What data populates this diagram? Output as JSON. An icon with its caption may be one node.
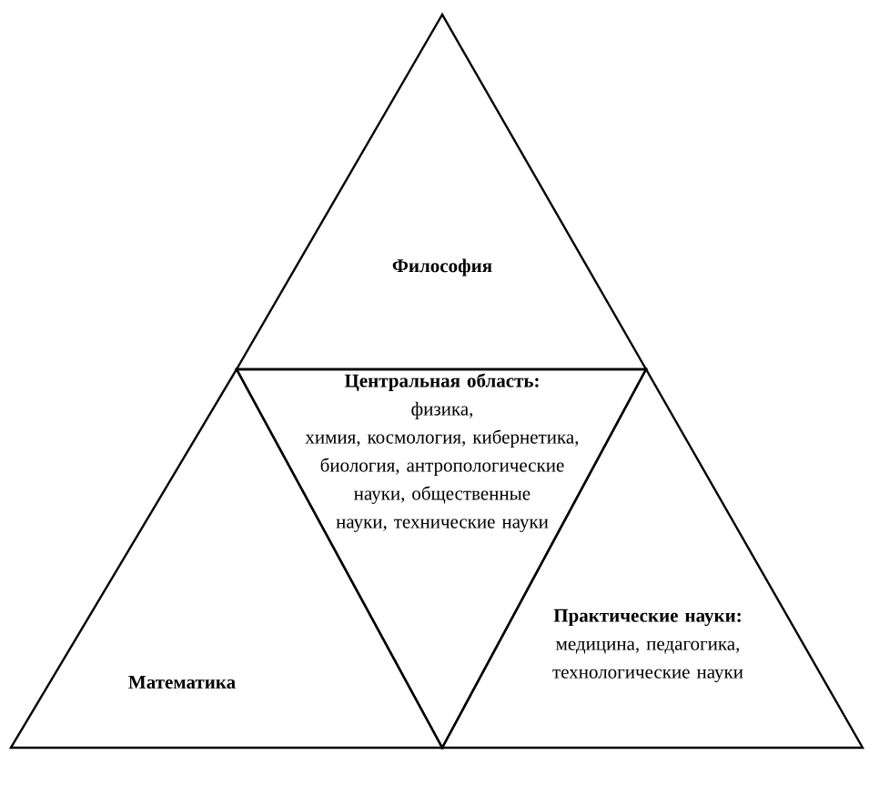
{
  "diagram": {
    "nodes": [
      {
        "text": [
          "Философия"
        ]
      },
      {
        "text": [
          "Центральная область:",
          "физика, химия, космология, кибернетика, биология, антропологические науки, общественные науки, технические науки"
        ]
      },
      {
        "text": [
          "Математика"
        ]
      },
      {
        "text": [
          "Практические науки:",
          "медицина, педагогика, технологические науки"
        ]
      }
    ]
  }
}
